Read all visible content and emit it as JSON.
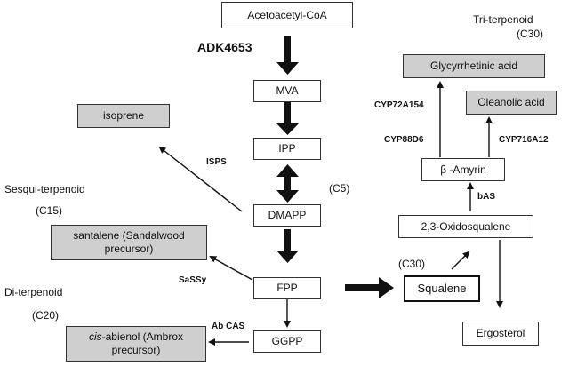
{
  "nodes": {
    "acetoacetyl": "Acetoacetyl-CoA",
    "mva": "MVA",
    "ipp": "IPP",
    "dmapp": "DMAPP",
    "fpp": "FPP",
    "ggpp": "GGPP",
    "isoprene": "isoprene",
    "santalene": "santalene (Sandalwood precursor)",
    "abienol_italic": "cis",
    "abienol_rest": "-abienol (Ambrox precursor)",
    "squalene": "Squalene",
    "oxidosqualene": "2,3-Oxidosqualene",
    "amyrin": "β -Amyrin",
    "glycyrrhetinic": "Glycyrrhetinic acid",
    "oleanolic": "Oleanolic acid",
    "ergosterol": "Ergosterol"
  },
  "labels": {
    "adk": "ADK4653",
    "c5": "(C5)",
    "sesqui": "Sesqui-terpenoid",
    "c15": "(C15)",
    "di": "Di-terpenoid",
    "c20": "(C20)",
    "tri": "Tri-terpenoid",
    "c30_top": "(C30)",
    "c30_mid": "(C30)"
  },
  "enzymes": {
    "isps": "ISPS",
    "sassy": "SaSSy",
    "abcas": "Ab CAS",
    "bas": "bAS",
    "cyp88d6": "CYP88D6",
    "cyp72a154": "CYP72A154",
    "cyp716a12": "CYP716A12"
  }
}
